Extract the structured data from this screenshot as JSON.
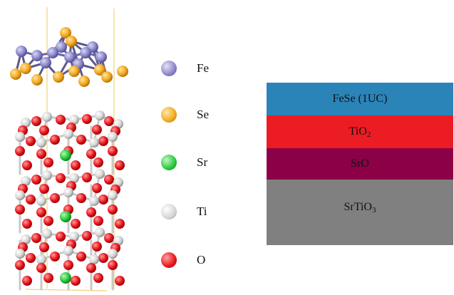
{
  "legend": [
    {
      "id": "fe",
      "label": "Fe",
      "color": "#8a86c8"
    },
    {
      "id": "se",
      "label": "Se",
      "color": "#f2a81f"
    },
    {
      "id": "sr",
      "label": "Sr",
      "color": "#27c93a"
    },
    {
      "id": "ti",
      "label": "Ti",
      "color": "#d6d6d6"
    },
    {
      "id": "o",
      "label": "O",
      "color": "#e8141b"
    }
  ],
  "layers": [
    {
      "id": "fese",
      "label": "FeSe (1UC)",
      "label_main": "FeSe (1UC)",
      "label_sub": "",
      "label_rest": "",
      "color": "#2b84b8"
    },
    {
      "id": "tio2",
      "label": "TiO2",
      "label_main": "TiO",
      "label_sub": "2",
      "label_rest": "",
      "color": "#ec1c24"
    },
    {
      "id": "sro",
      "label": "SrO",
      "label_main": "SrO",
      "label_sub": "",
      "label_rest": "",
      "color": "#8b0046"
    },
    {
      "id": "sto",
      "label": "SrTiO3",
      "label_main": "SrTiO",
      "label_sub": "3",
      "label_rest": "",
      "color": "#808080"
    }
  ],
  "colors": {
    "fe": "#8a86c8",
    "se": "#f2a81f",
    "sr": "#27c93a",
    "ti": "#d6d6d6",
    "o": "#e8141b",
    "bond": "#f2d27a"
  }
}
